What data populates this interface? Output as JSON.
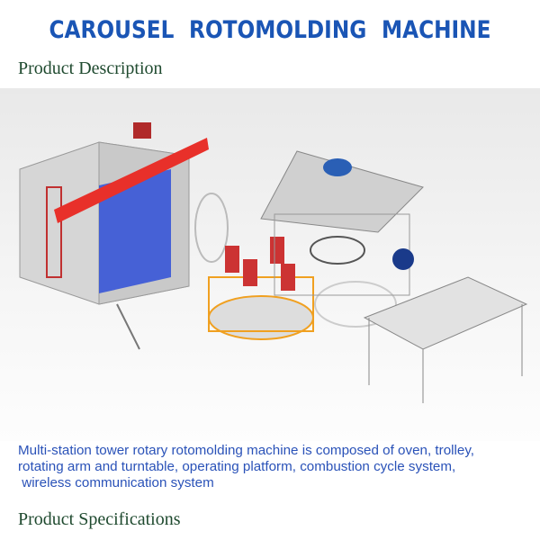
{
  "title": "CAROUSEL ROTOMOLDING MACHINE",
  "sections": {
    "description_heading": "Product Description",
    "specifications_heading": "Product Specifications"
  },
  "description_lines": [
    "Multi-station tower rotary rotomolding machine is composed of oven, trolley,",
    "rotating arm and turntable, operating platform, combustion cycle system,",
    " wireless communication system"
  ],
  "colors": {
    "title": "#1a55b5",
    "headings": "#1f4a2f",
    "body_text": "#2a52b8",
    "oven_frame": "#d8d8d8",
    "oven_door": "#2f4fd8",
    "beam": "#e8302a",
    "platform_rail": "#f0a020"
  }
}
